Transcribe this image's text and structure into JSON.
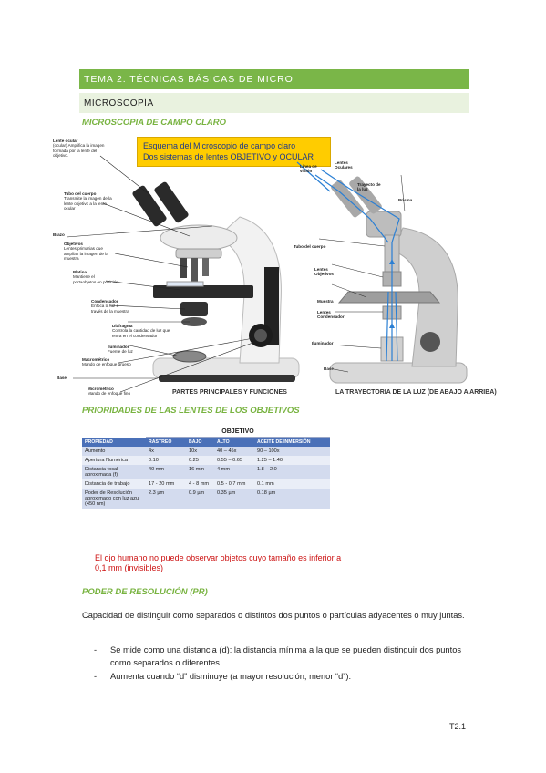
{
  "header": {
    "topic": "TEMA 2. TÉCNICAS BÁSICAS DE MICRO",
    "section": "MICROSCOPÍA"
  },
  "headings": {
    "brightfield": "MICROSCOPIA DE CAMPO CLARO",
    "lens_priorities": "PRIORIDADES DE LAS LENTES DE LOS OBJETIVOS",
    "resolving_power": "PODER DE RESOLUCIÓN (PR)"
  },
  "figure": {
    "callout_line1": "Esquema del Microscopio de campo claro",
    "callout_line2": "Dos sistemas de lentes OBJETIVO y OCULAR",
    "left_caption": "PARTES PRINCIPALES Y FUNCIONES",
    "right_caption": "LA TRAYECTORIA DE LA LUZ (DE ABAJO A ARRIBA)",
    "left_labels": [
      {
        "title": "Lente ocular",
        "desc": "(ocular) Amplifica la imagen formada por la lente del objetivo."
      },
      {
        "title": "Tubo del cuerpo",
        "desc": "Transmite la imagen de la lente objetivo a la lente ocular"
      },
      {
        "title": "Brazo",
        "desc": ""
      },
      {
        "title": "Objetivos",
        "desc": "Lentes primarias que amplían la imagen de la muestra"
      },
      {
        "title": "Platina",
        "desc": "Mantiene el portaobjetos en posición"
      },
      {
        "title": "Condensador",
        "desc": "Enfoca la luz a través de la muestra"
      },
      {
        "title": "Diafragma",
        "desc": "Controla la cantidad de luz que entra en el condensador"
      },
      {
        "title": "Iluminador",
        "desc": "Fuente de luz"
      },
      {
        "title": "Macrométrico",
        "desc": "Mando de enfoque grueso"
      },
      {
        "title": "Base",
        "desc": ""
      },
      {
        "title": "Micrométrico",
        "desc": "Mando de enfoque fino"
      }
    ],
    "right_labels": {
      "vision_line": "Línea de visión",
      "ocular_lenses": "Lentes Oculares",
      "light_path": "Trayecto de la luz",
      "prism": "Prisma",
      "body_tube": "Tubo del cuerpo",
      "objective_lenses": "Lentes Objetivos",
      "sample": "Muestra",
      "condenser_lenses": "Lentes Condensador",
      "illuminator": "Iluminador",
      "base": "Base"
    }
  },
  "objective_table": {
    "group_header": "OBJETIVO",
    "columns": [
      "PROPIEDAD",
      "RASTREO",
      "BAJO",
      "ALTO",
      "ACEITE DE INMERSIÓN"
    ],
    "rows": [
      [
        "Aumento",
        "4x",
        "10x",
        "40 – 45x",
        "90 – 100x"
      ],
      [
        "Apertura Numérica",
        "0.10",
        "0.25",
        "0.55 – 0.65",
        "1.25 – 1.40"
      ],
      [
        "Distancia focal aproximada (f)",
        "40 mm",
        "16 mm",
        "4 mm",
        "1.8 – 2.0"
      ],
      [
        "Distancia de trabajo",
        "17 - 20 mm",
        "4 - 8 mm",
        "0.5 - 0.7 mm",
        "0.1 mm"
      ],
      [
        "Poder de Resolución aproximado con luz azul (450 nm)",
        "2.3 µm",
        "0.9 µm",
        "0.35 µm",
        "0.18 µm"
      ]
    ]
  },
  "red_note": "El ojo humano no puede observar objetos cuyo tamaño es inferior a 0,1 mm (invisibles)",
  "resolution": {
    "definition": "Capacidad de distinguir como separados o distintos dos puntos o partículas adyacentes o muy juntas.",
    "bullets": [
      "Se mide como una distancia (d): la distancia mínima a la que se pueden distinguir dos puntos como separados o diferentes.",
      "Aumenta cuando “d” disminuye (a mayor resolución, menor “d”)."
    ],
    "bullet_marker": "-"
  },
  "page_number": "T2.1",
  "colors": {
    "topic_bar": "#7ab648",
    "section_bar": "#e9f2df",
    "heading_green": "#78b340",
    "callout_yellow": "#ffcc00",
    "table_header_blue": "#4a70b8",
    "note_red": "#cc1111"
  }
}
